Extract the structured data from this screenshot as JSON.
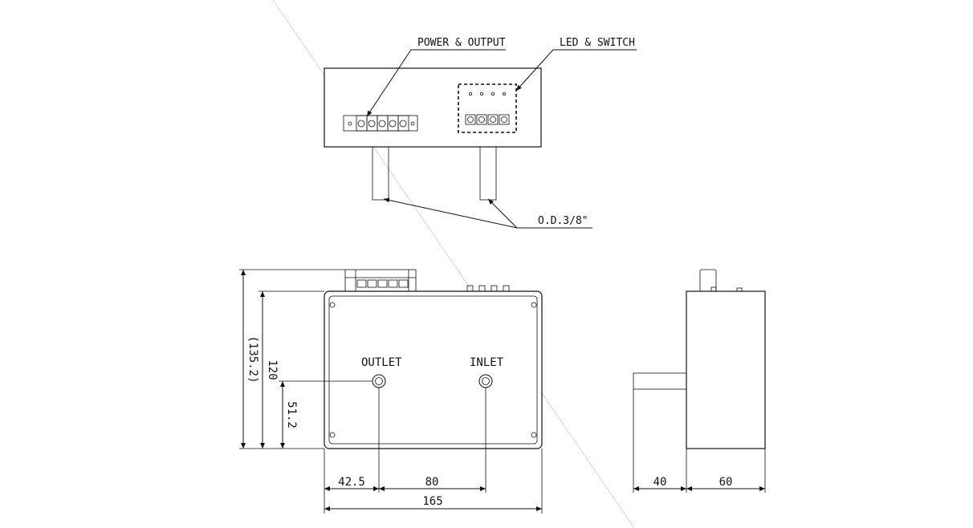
{
  "callouts": {
    "power_output": "POWER & OUTPUT",
    "led_switch": "LED & SWITCH",
    "tube_od": "O.D.3/8\""
  },
  "ports": {
    "outlet": "OUTLET",
    "inlet": "INLET"
  },
  "dimensions": {
    "overall_height": "(135.2)",
    "body_height": "120",
    "port_height": "51.2",
    "outlet_offset": "42.5",
    "port_spacing": "80",
    "width": "165",
    "tube_length": "40",
    "depth": "60"
  }
}
